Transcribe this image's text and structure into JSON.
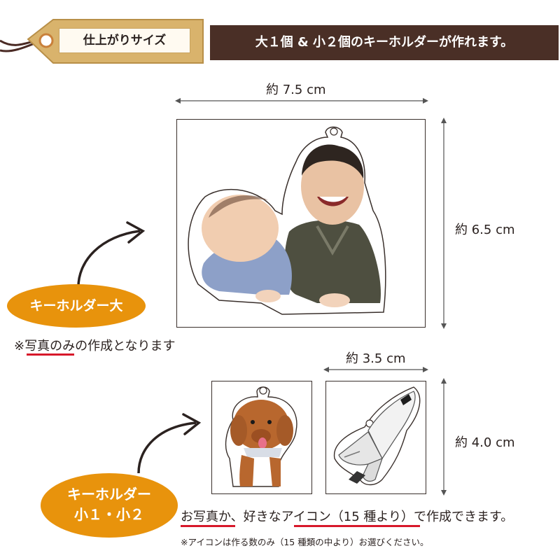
{
  "header": {
    "tag_label": "仕上がりサイズ",
    "banner_text": "大１個 & 小２個のキーホルダーが作れます。"
  },
  "large": {
    "width_label": "約 7.5 cm",
    "height_label": "約 6.5 cm",
    "badge": "キーホルダー大",
    "note_prefix": "※",
    "note_underlined": "写真",
    "note_rest": "のみの作成となります"
  },
  "small": {
    "width_label": "約 3.5 cm",
    "height_label": "約 4.0 cm",
    "badge_line1": "キーホルダー",
    "badge_line2": "小１・小２",
    "caption_part1": "お写真",
    "caption_part2": "か、好きな",
    "caption_part3": "アイコン（15 種より）",
    "caption_part4": "で作成できます。",
    "footnote": "※アイコンは作る数のみ（15 種類の中より）お選びください。"
  },
  "colors": {
    "banner_bg": "#4a2f26",
    "badge_bg": "#e8930c",
    "underline": "#d7182a",
    "tag_bg": "#d9b36c"
  },
  "icons": [
    "tag-icon",
    "arrow-icon",
    "photo-kids",
    "photo-dog",
    "space-shuttle-icon"
  ]
}
